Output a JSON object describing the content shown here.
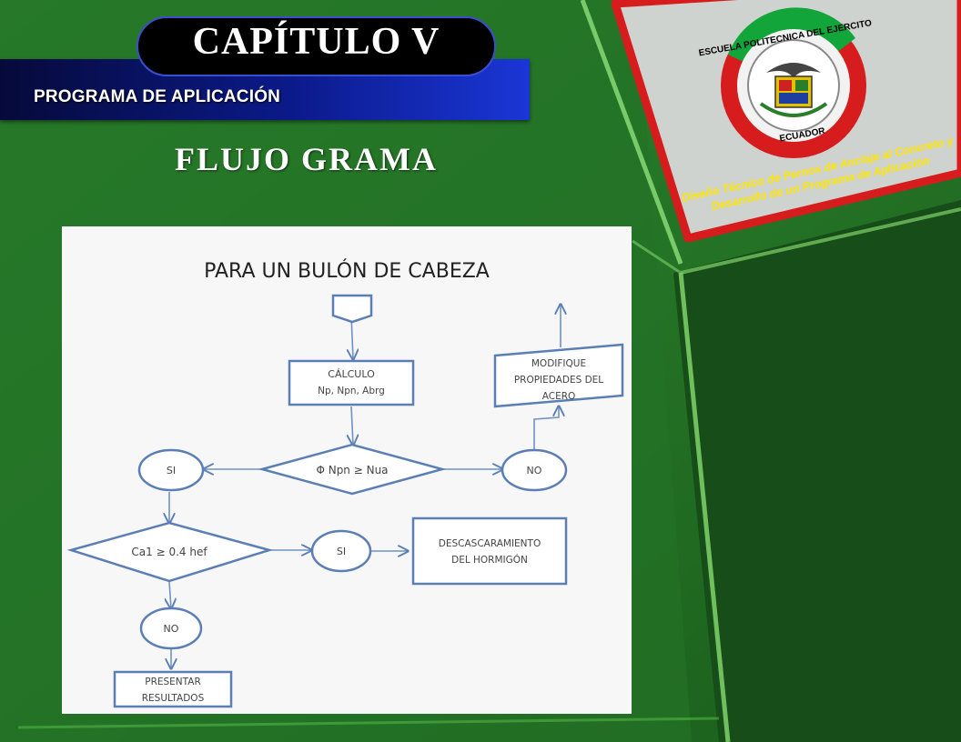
{
  "chapter_title": "CAPÍTULO V",
  "section_subtitle": "PROGRAMA DE APLICACIÓN",
  "heading": "FLUJO GRAMA",
  "thesis_card": {
    "text": "Diseño Técnico de Pernos de Anclaje al Concreto y Desarrollo de un Programa de Aplicación",
    "seal_top_text": "ESCUELA POLITECNICA DEL EJERCITO",
    "seal_bottom_text": "ECUADOR"
  },
  "flowchart": {
    "title": "PARA UN BULÓN DE CABEZA",
    "calc_line1": "CÁLCULO",
    "calc_line2": "Np, Npn, Abrg",
    "decision1": "Φ Npn ≥ Nua",
    "yes1": "SI",
    "no1": "NO",
    "modify": [
      "MODIFIQUE",
      "PROPIEDADES DEL",
      "ACERO"
    ],
    "decision2": "Ca1 ≥ 0.4 hef",
    "yes2": "SI",
    "spalling": [
      "DESCASCARAMIENTO",
      "DEL HORMIGÓN"
    ],
    "no2": "NO",
    "results": [
      "PRESENTAR",
      "RESULTADOS"
    ]
  },
  "colors": {
    "background_green": "#1f6a22",
    "title_bar_blue": "#0b1a8a",
    "card_red": "#d61c1c",
    "card_text_yellow": "#ffe600",
    "shape_border_blue": "#4a7ab8"
  }
}
